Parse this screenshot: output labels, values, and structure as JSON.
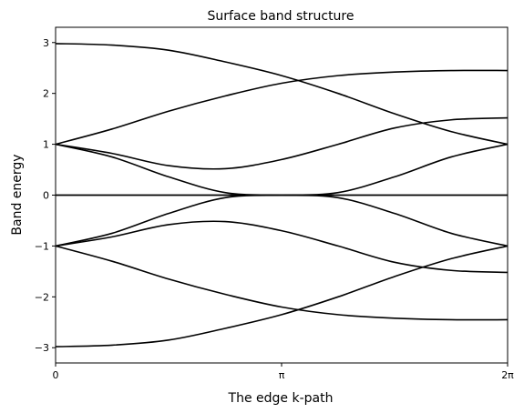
{
  "chart_data": {
    "type": "line",
    "title": "Surface band structure",
    "xlabel": "The edge k-path",
    "ylabel": "Band energy",
    "xlim": [
      0,
      6.2832
    ],
    "ylim": [
      -3.3,
      3.3
    ],
    "x_ticks": [
      {
        "value": 0,
        "label": "0"
      },
      {
        "value": 3.1416,
        "label": "π"
      },
      {
        "value": 6.2832,
        "label": "2π"
      }
    ],
    "y_ticks": [
      {
        "value": -3,
        "label": "−3"
      },
      {
        "value": -2,
        "label": "−2"
      },
      {
        "value": -1,
        "label": "−1"
      },
      {
        "value": 0,
        "label": "0"
      },
      {
        "value": 1,
        "label": "1"
      },
      {
        "value": 2,
        "label": "2"
      },
      {
        "value": 3,
        "label": "3"
      }
    ],
    "grid": false,
    "line_color": "#000000",
    "series": [
      {
        "x": [
          0,
          0.7854,
          1.5708,
          2.3562,
          3.1416,
          3.927,
          4.7124,
          5.4978,
          6.2832
        ],
        "y": [
          1.0,
          0.75,
          0.36,
          0.05,
          0.0,
          0.0,
          0.0,
          0.0,
          0.0
        ]
      },
      {
        "x": [
          0,
          0.7854,
          1.5708,
          2.3562,
          3.1416,
          3.927,
          4.7124,
          5.4978,
          6.2832
        ],
        "y": [
          0.0,
          0.0,
          0.0,
          0.0,
          0.0,
          0.05,
          0.36,
          0.75,
          1.0
        ]
      },
      {
        "x": [
          0,
          0.7854,
          1.5708,
          2.3562,
          3.1416,
          3.927,
          4.7124,
          5.4978,
          6.2832
        ],
        "y": [
          -1.0,
          -0.75,
          -0.36,
          -0.05,
          0.0,
          0.0,
          0.0,
          0.0,
          0.0
        ]
      },
      {
        "x": [
          0,
          0.7854,
          1.5708,
          2.3562,
          3.1416,
          3.927,
          4.7124,
          5.4978,
          6.2832
        ],
        "y": [
          0.0,
          0.0,
          0.0,
          0.0,
          0.0,
          -0.05,
          -0.36,
          -0.75,
          -1.0
        ]
      },
      {
        "x": [
          0,
          0.7854,
          1.5708,
          2.3562,
          3.1416,
          3.927,
          4.7124,
          5.4978,
          6.2832
        ],
        "y": [
          1.0,
          0.82,
          0.58,
          0.52,
          0.7,
          1.0,
          1.32,
          1.48,
          1.52
        ]
      },
      {
        "x": [
          0,
          0.7854,
          1.5708,
          2.3562,
          3.1416,
          3.927,
          4.7124,
          5.4978,
          6.2832
        ],
        "y": [
          1.0,
          1.3,
          1.65,
          1.95,
          2.2,
          2.35,
          2.42,
          2.45,
          2.45
        ]
      },
      {
        "x": [
          0,
          0.7854,
          1.5708,
          2.3562,
          3.1416,
          3.927,
          4.7124,
          5.4978,
          6.2832
        ],
        "y": [
          2.98,
          2.95,
          2.85,
          2.62,
          2.35,
          2.0,
          1.6,
          1.25,
          1.0
        ]
      },
      {
        "x": [
          0,
          0.7854,
          1.5708,
          2.3562,
          3.1416,
          3.927,
          4.7124,
          5.4978,
          6.2832
        ],
        "y": [
          -1.0,
          -0.82,
          -0.58,
          -0.52,
          -0.7,
          -1.0,
          -1.32,
          -1.48,
          -1.52
        ]
      },
      {
        "x": [
          0,
          0.7854,
          1.5708,
          2.3562,
          3.1416,
          3.927,
          4.7124,
          5.4978,
          6.2832
        ],
        "y": [
          -1.0,
          -1.3,
          -1.65,
          -1.95,
          -2.2,
          -2.35,
          -2.42,
          -2.45,
          -2.45
        ]
      },
      {
        "x": [
          0,
          0.7854,
          1.5708,
          2.3562,
          3.1416,
          3.927,
          4.7124,
          5.4978,
          6.2832
        ],
        "y": [
          -2.98,
          -2.95,
          -2.85,
          -2.62,
          -2.35,
          -2.0,
          -1.6,
          -1.25,
          -1.0
        ]
      }
    ]
  }
}
